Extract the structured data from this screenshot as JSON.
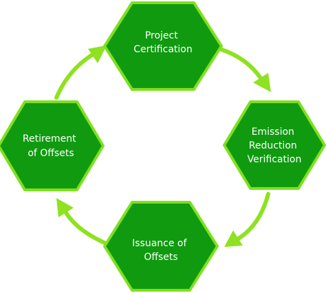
{
  "diagram": {
    "colors": {
      "hex_fill": "#109a10",
      "hex_border": "#7fe01e",
      "arrow": "#8ee21f",
      "text": "#ffffff"
    },
    "nodes": [
      {
        "id": "project-certification",
        "lines": [
          "Project",
          "Certification"
        ]
      },
      {
        "id": "emission-reduction-verification",
        "lines": [
          "Emission",
          "Reduction",
          "Verification"
        ]
      },
      {
        "id": "issuance-of-offsets",
        "lines": [
          "Issuance of",
          "Offsets"
        ]
      },
      {
        "id": "retirement-of-offsets",
        "lines": [
          "Retirement",
          "of Offsets"
        ]
      }
    ],
    "edges": [
      {
        "from": "project-certification",
        "to": "emission-reduction-verification"
      },
      {
        "from": "emission-reduction-verification",
        "to": "issuance-of-offsets"
      },
      {
        "from": "issuance-of-offsets",
        "to": "retirement-of-offsets"
      },
      {
        "from": "retirement-of-offsets",
        "to": "project-certification"
      }
    ]
  }
}
